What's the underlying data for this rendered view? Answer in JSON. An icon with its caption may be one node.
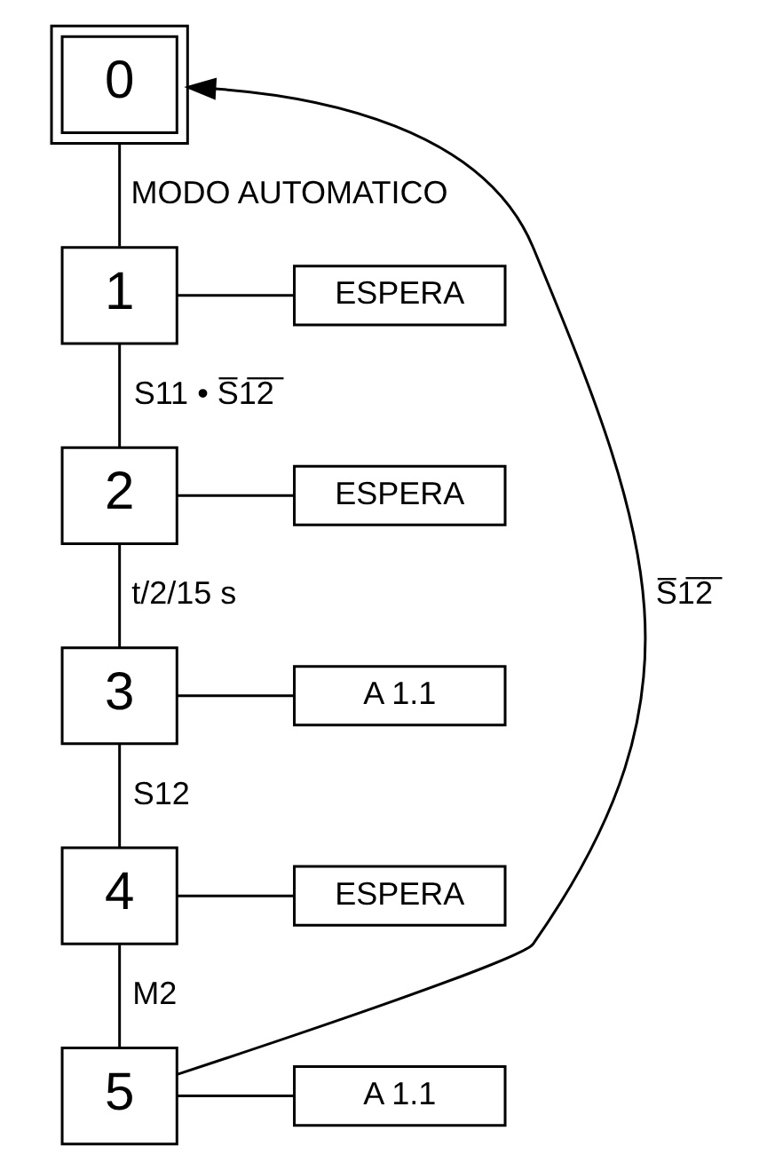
{
  "diagram": {
    "nodes": [
      {
        "text": [
          "0"
        ]
      },
      {
        "text": [
          "1"
        ]
      },
      {
        "text": [
          "2"
        ]
      },
      {
        "text": [
          "3"
        ]
      },
      {
        "text": [
          "4"
        ]
      },
      {
        "text": [
          "5"
        ]
      },
      {
        "text": [
          "ESPERA"
        ]
      },
      {
        "text": [
          "ESPERA"
        ]
      },
      {
        "text": [
          "A 1.1"
        ]
      },
      {
        "text": [
          "ESPERA"
        ]
      },
      {
        "text": [
          "A 1.1"
        ]
      }
    ],
    "edges": [
      {
        "from": 0,
        "to": 1,
        "arrow": "none",
        "label": "MODO AUTOMATICO"
      },
      {
        "from": 1,
        "to": 2,
        "arrow": "none",
        "label": "S11 • S̅1̅2̅"
      },
      {
        "from": 2,
        "to": 3,
        "arrow": "none",
        "label": "t/2/15 s"
      },
      {
        "from": 3,
        "to": 4,
        "arrow": "none",
        "label": "S12"
      },
      {
        "from": 4,
        "to": 5,
        "arrow": "none",
        "label": "M2"
      },
      {
        "from": 5,
        "to": 0,
        "arrow": "to",
        "label": "S̅1̅2̅"
      },
      {
        "from": 1,
        "to": 6,
        "arrow": "none"
      },
      {
        "from": 2,
        "to": 7,
        "arrow": "none"
      },
      {
        "from": 3,
        "to": 8,
        "arrow": "none"
      },
      {
        "from": 4,
        "to": 9,
        "arrow": "none"
      },
      {
        "from": 5,
        "to": 10,
        "arrow": "none"
      }
    ]
  }
}
